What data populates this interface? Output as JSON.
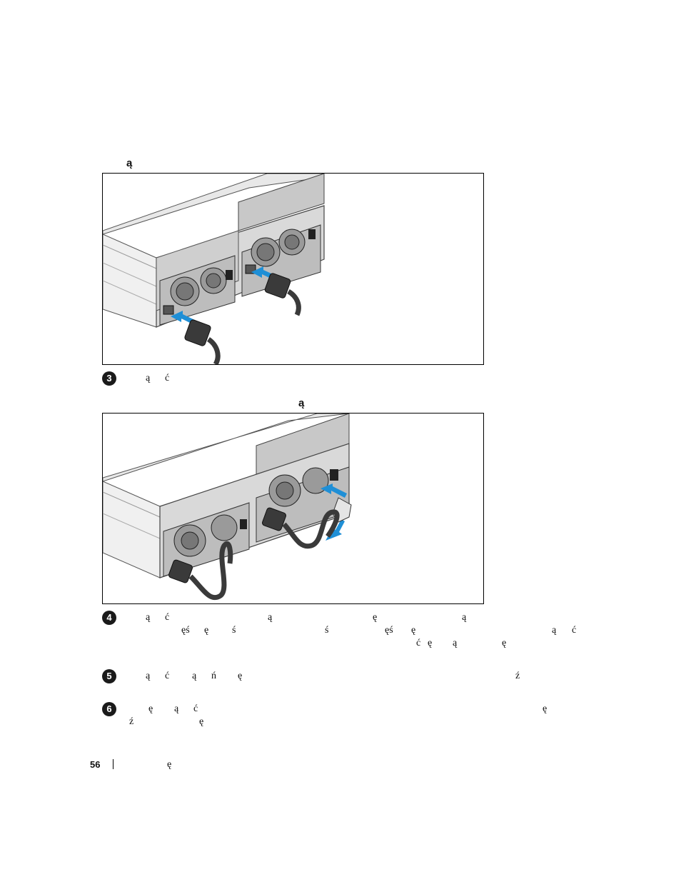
{
  "figure1": {
    "title": "ą"
  },
  "step3": {
    "number": "3",
    "glyphs": [
      "ą",
      "ć"
    ]
  },
  "figure2": {
    "title": "ą"
  },
  "step4": {
    "number": "4",
    "line1": [
      "ą",
      "ć",
      "ą",
      "ę",
      "ą"
    ],
    "line2": [
      "ęś",
      "ę",
      "ś",
      "ś",
      "ęś",
      "ę",
      "ą",
      "ć"
    ],
    "line3": [
      "ć",
      "ę",
      "ą",
      "ę"
    ]
  },
  "step5": {
    "number": "5",
    "glyphs": [
      "ą",
      "ć",
      "ą",
      "ń",
      "ę",
      "ź"
    ]
  },
  "step6": {
    "number": "6",
    "line1": [
      "ę",
      "ą",
      "ć",
      "ę"
    ],
    "line2": [
      "ź",
      "ę"
    ]
  },
  "footer": {
    "page_number": "56",
    "glyph": "ę"
  },
  "colors": {
    "arrow": "#1f8fd6",
    "chassis": "#d9d9d9",
    "cable": "#3a3a3a"
  }
}
